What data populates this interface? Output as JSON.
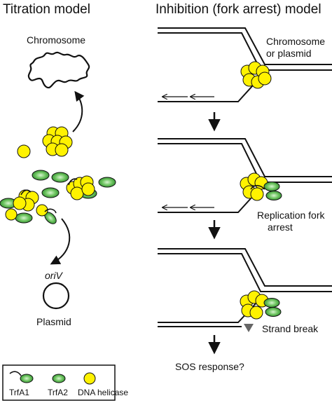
{
  "titles": {
    "left": "Titration model",
    "right": "Inhibition (fork arrest) model"
  },
  "left_panel": {
    "chromosome": "Chromosome",
    "oriv": "oriV",
    "plasmid": "Plasmid"
  },
  "right_panel": {
    "chromosome_or_plasmid_1": "Chromosome",
    "chromosome_or_plasmid_2": "or plasmid",
    "fork_arrest_1": "Replication fork",
    "fork_arrest_2": "arrest",
    "strand_break": "Strand break",
    "sos": "SOS response?"
  },
  "legend": {
    "trfa1": "TrfA1",
    "trfa2": "TrfA2",
    "helicase": "DNA helicase"
  },
  "colors": {
    "helicase_yellow": "#fff200",
    "trfa_green": "#3aa53a",
    "trfa_green_light": "#c9f0c0",
    "line": "#111111",
    "break_marker": "#666666"
  }
}
